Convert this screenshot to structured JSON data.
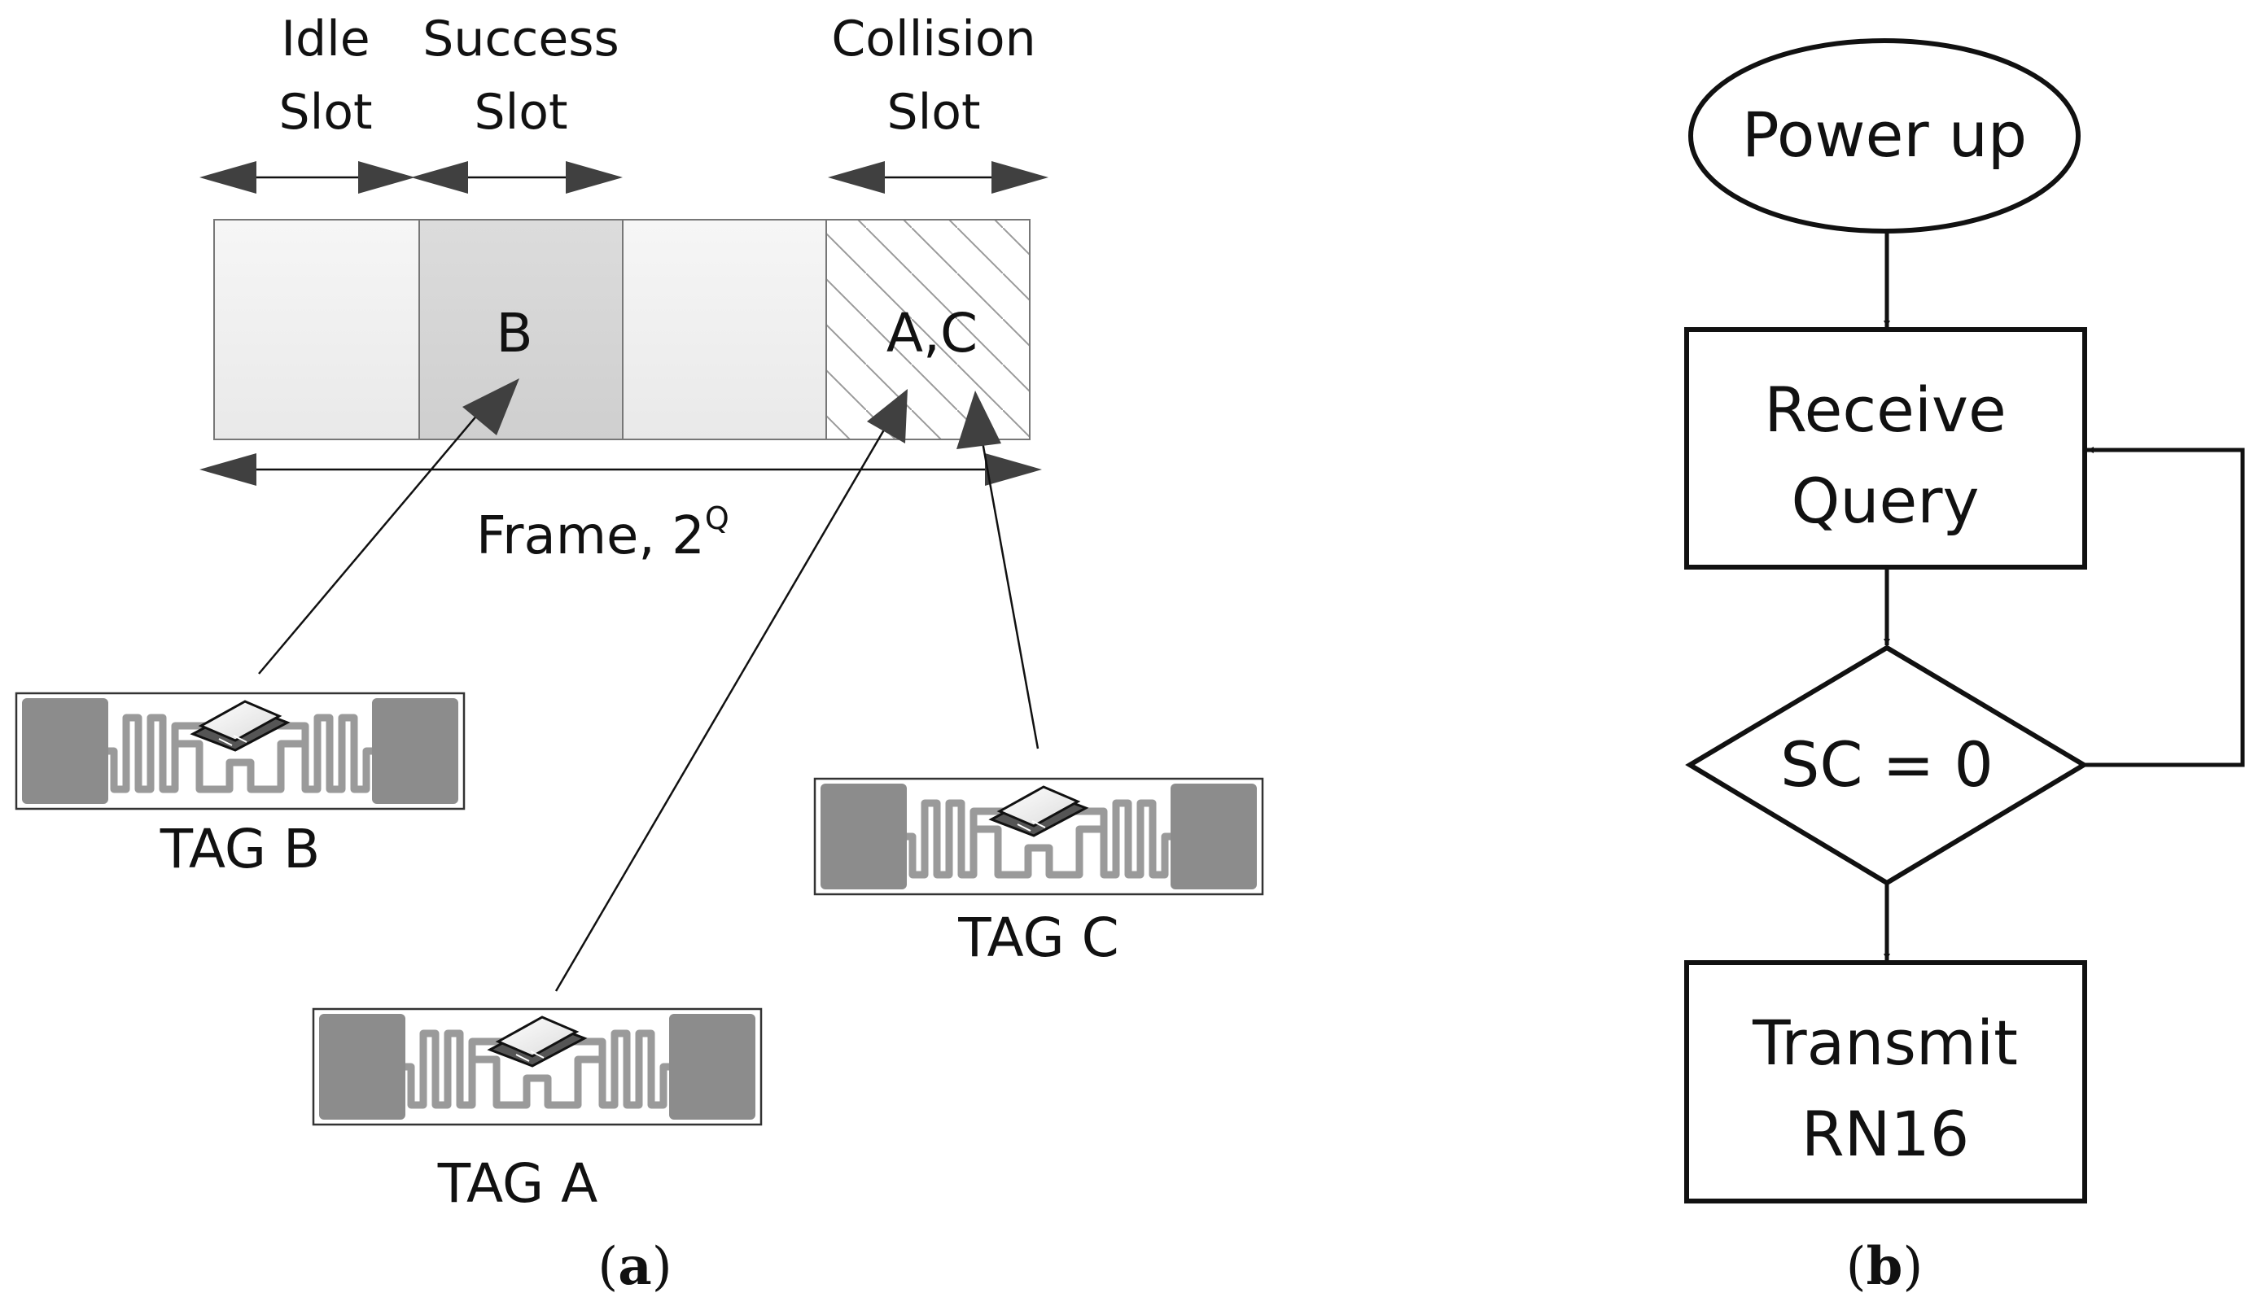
{
  "panel_a": {
    "slot_labels": {
      "idle_line1": "Idle",
      "idle_line2": "Slot",
      "success_line1": "Success",
      "success_line2": "Slot",
      "collision_line1": "Collision",
      "collision_line2": "Slot"
    },
    "slot_contents": {
      "success": "B",
      "collision": "A,C"
    },
    "frame_label": "Frame, 2",
    "frame_superscript": "Q",
    "tags": {
      "tag_b": "TAG B",
      "tag_a": "TAG A",
      "tag_c": "TAG C"
    },
    "caption_letter": "a"
  },
  "panel_b": {
    "nodes": {
      "power_up": "Power up",
      "receive_line1": "Receive",
      "receive_line2": "Query",
      "decision": "SC = 0",
      "transmit_line1": "Transmit",
      "transmit_line2": "RN16"
    },
    "caption_letter": "b"
  },
  "colors": {
    "ink": "#111111",
    "arrow_fill": "#404040",
    "idle_slot": "#f0f0f0",
    "success_slot": "#d4d4d4",
    "tag_pad": "#8c8c8c",
    "tag_trace": "#9a9a9a"
  }
}
